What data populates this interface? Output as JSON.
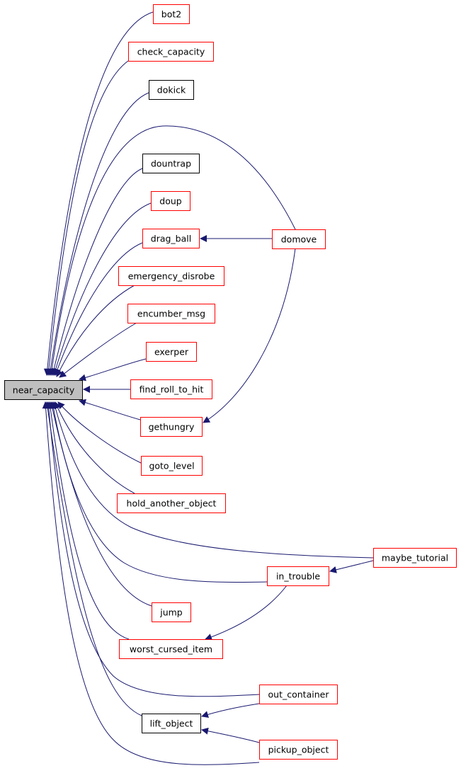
{
  "colors": {
    "edge": "#191970",
    "node_link_border": "#ff0000",
    "node_plain_border": "#000000",
    "root_fill": "#bfbfbf",
    "background": "#ffffff"
  },
  "nodes": [
    {
      "id": "near_capacity",
      "label": "near_capacity",
      "kind": "root"
    },
    {
      "id": "bot2",
      "label": "bot2",
      "kind": "link"
    },
    {
      "id": "check_capacity",
      "label": "check_capacity",
      "kind": "link"
    },
    {
      "id": "dokick",
      "label": "dokick",
      "kind": "plain"
    },
    {
      "id": "dountrap",
      "label": "dountrap",
      "kind": "plain"
    },
    {
      "id": "doup",
      "label": "doup",
      "kind": "link"
    },
    {
      "id": "drag_ball",
      "label": "drag_ball",
      "kind": "link"
    },
    {
      "id": "emergency_disrobe",
      "label": "emergency_disrobe",
      "kind": "link"
    },
    {
      "id": "encumber_msg",
      "label": "encumber_msg",
      "kind": "link"
    },
    {
      "id": "exerper",
      "label": "exerper",
      "kind": "link"
    },
    {
      "id": "find_roll_to_hit",
      "label": "find_roll_to_hit",
      "kind": "link"
    },
    {
      "id": "gethungry",
      "label": "gethungry",
      "kind": "link"
    },
    {
      "id": "goto_level",
      "label": "goto_level",
      "kind": "link"
    },
    {
      "id": "hold_another_object",
      "label": "hold_another_object",
      "kind": "link"
    },
    {
      "id": "in_trouble",
      "label": "in_trouble",
      "kind": "link"
    },
    {
      "id": "jump",
      "label": "jump",
      "kind": "link"
    },
    {
      "id": "worst_cursed_item",
      "label": "worst_cursed_item",
      "kind": "link"
    },
    {
      "id": "lift_object",
      "label": "lift_object",
      "kind": "plain"
    },
    {
      "id": "domove",
      "label": "domove",
      "kind": "link"
    },
    {
      "id": "maybe_tutorial",
      "label": "maybe_tutorial",
      "kind": "link"
    },
    {
      "id": "out_container",
      "label": "out_container",
      "kind": "link"
    },
    {
      "id": "pickup_object",
      "label": "pickup_object",
      "kind": "link"
    }
  ],
  "edges": [
    {
      "from": "bot2",
      "to": "near_capacity"
    },
    {
      "from": "check_capacity",
      "to": "near_capacity"
    },
    {
      "from": "dokick",
      "to": "near_capacity"
    },
    {
      "from": "domove",
      "to": "near_capacity"
    },
    {
      "from": "dountrap",
      "to": "near_capacity"
    },
    {
      "from": "doup",
      "to": "near_capacity"
    },
    {
      "from": "drag_ball",
      "to": "near_capacity"
    },
    {
      "from": "emergency_disrobe",
      "to": "near_capacity"
    },
    {
      "from": "encumber_msg",
      "to": "near_capacity"
    },
    {
      "from": "exerper",
      "to": "near_capacity"
    },
    {
      "from": "find_roll_to_hit",
      "to": "near_capacity"
    },
    {
      "from": "gethungry",
      "to": "near_capacity"
    },
    {
      "from": "goto_level",
      "to": "near_capacity"
    },
    {
      "from": "hold_another_object",
      "to": "near_capacity"
    },
    {
      "from": "maybe_tutorial",
      "to": "near_capacity"
    },
    {
      "from": "in_trouble",
      "to": "near_capacity"
    },
    {
      "from": "jump",
      "to": "near_capacity"
    },
    {
      "from": "worst_cursed_item",
      "to": "near_capacity"
    },
    {
      "from": "out_container",
      "to": "near_capacity"
    },
    {
      "from": "lift_object",
      "to": "near_capacity"
    },
    {
      "from": "pickup_object",
      "to": "near_capacity"
    },
    {
      "from": "domove",
      "to": "drag_ball"
    },
    {
      "from": "domove",
      "to": "gethungry"
    },
    {
      "from": "maybe_tutorial",
      "to": "in_trouble"
    },
    {
      "from": "in_trouble",
      "to": "worst_cursed_item"
    },
    {
      "from": "out_container",
      "to": "lift_object"
    },
    {
      "from": "pickup_object",
      "to": "lift_object"
    }
  ]
}
